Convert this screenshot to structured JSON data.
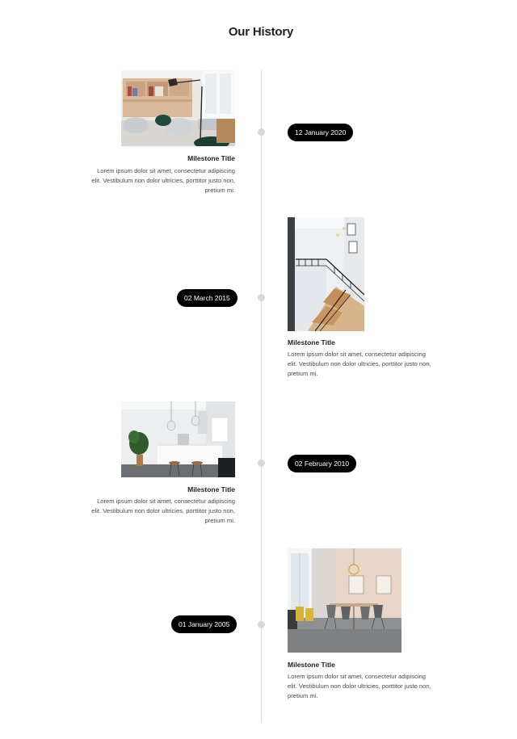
{
  "header": {
    "title": "Our History"
  },
  "milestones": [
    {
      "date": "12 January 2020",
      "title": "Milestone Title",
      "text": "Lorem ipsum dolor sit amet, consectetur adipiscing elit. Vestibulum non dolor ultricies, porttitor justo non, pretium mi.",
      "image": "living-room-photo"
    },
    {
      "date": "02 March 2015",
      "title": "Milestone Title",
      "text": "Lorem ipsum dolor sit amet, consectetur adipiscing elit. Vestibulum non dolor ultricies, porttitor justo non, pretium mi.",
      "image": "staircase-photo"
    },
    {
      "date": "02 February 2010",
      "title": "Milestone Title",
      "text": "Lorem ipsum dolor sit amet, consectetur adipiscing elit. Vestibulum non dolor ultricies, porttitor justo non, pretium mi.",
      "image": "kitchen-photo"
    },
    {
      "date": "01 January 2005",
      "title": "Milestone Title",
      "text": "Lorem ipsum dolor sit amet, consectetur adipiscing elit. Vestibulum non dolor ultricies, porttitor justo non, pretium mi.",
      "image": "dining-room-photo"
    }
  ],
  "colors": {
    "pill": "#000000",
    "line": "#dcdcdc",
    "dot": "#d8d8d8"
  }
}
